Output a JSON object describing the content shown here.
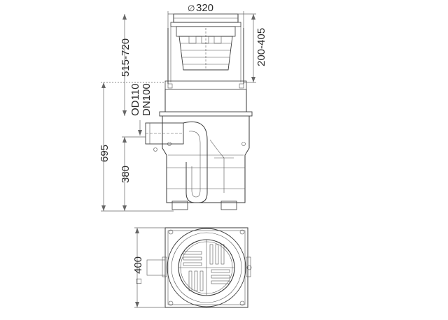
{
  "labels": {
    "diameter": "320",
    "height_range": "515-720",
    "adjust_range": "200-405",
    "pipe_od": "OD110",
    "pipe_dn": "DN100",
    "total_height": "695",
    "body_height": "380",
    "width": "400"
  },
  "symbols": {
    "diameter_symbol": "∅",
    "square_symbol": "□"
  },
  "colors": {
    "line": "#3a3a3a",
    "dimension": "#666666",
    "background": "#ffffff"
  }
}
